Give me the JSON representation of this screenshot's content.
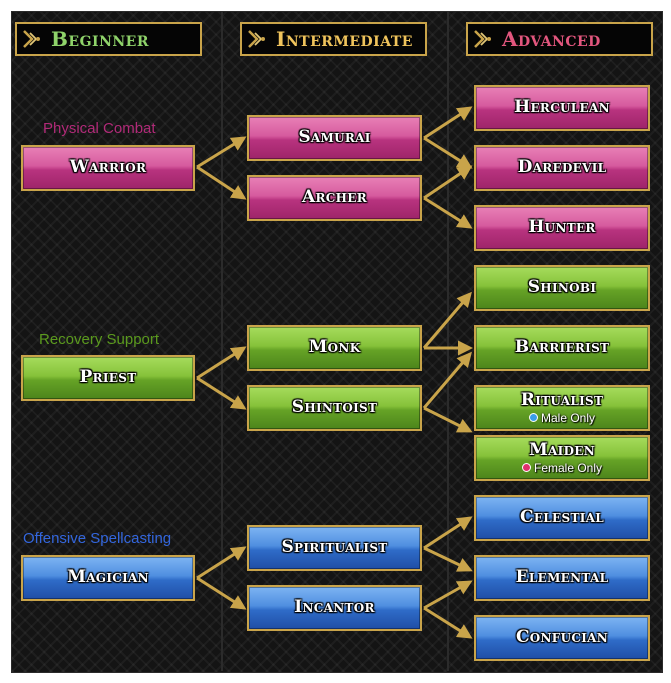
{
  "headers": [
    {
      "label": "Beginner",
      "color": "#8fd36a"
    },
    {
      "label": "Intermediate",
      "color": "#f0c45c"
    },
    {
      "label": "Advanced",
      "color": "#e2567e"
    }
  ],
  "groups": [
    {
      "label": "Physical Combat",
      "label_color": "#b02a78",
      "beginner": "Warrior",
      "intermediate": [
        "Samurai",
        "Archer"
      ],
      "advanced": [
        {
          "name": "Herculean"
        },
        {
          "name": "Daredevil"
        },
        {
          "name": "Hunter"
        }
      ]
    },
    {
      "label": "Recovery Support",
      "label_color": "#5b9a1e",
      "beginner": "Priest",
      "intermediate": [
        "Monk",
        "Shintoist"
      ],
      "advanced": [
        {
          "name": "Shinobi"
        },
        {
          "name": "Barrierist"
        },
        {
          "name": "Ritualist",
          "note": "Male Only",
          "note_dot_color": "#3a9ee8"
        },
        {
          "name": "Maiden",
          "note": "Female Only",
          "note_dot_color": "#e0306e"
        }
      ]
    },
    {
      "label": "Offensive Spellcasting",
      "label_color": "#3366dd",
      "beginner": "Magician",
      "intermediate": [
        "Spiritualist",
        "Incantor"
      ],
      "advanced": [
        {
          "name": "Celestial"
        },
        {
          "name": "Elemental"
        },
        {
          "name": "Confucian"
        }
      ]
    }
  ],
  "colors": {
    "border_gold": "#c9a44a",
    "arrow_gold": "#c9a44a",
    "background": "#141414"
  }
}
